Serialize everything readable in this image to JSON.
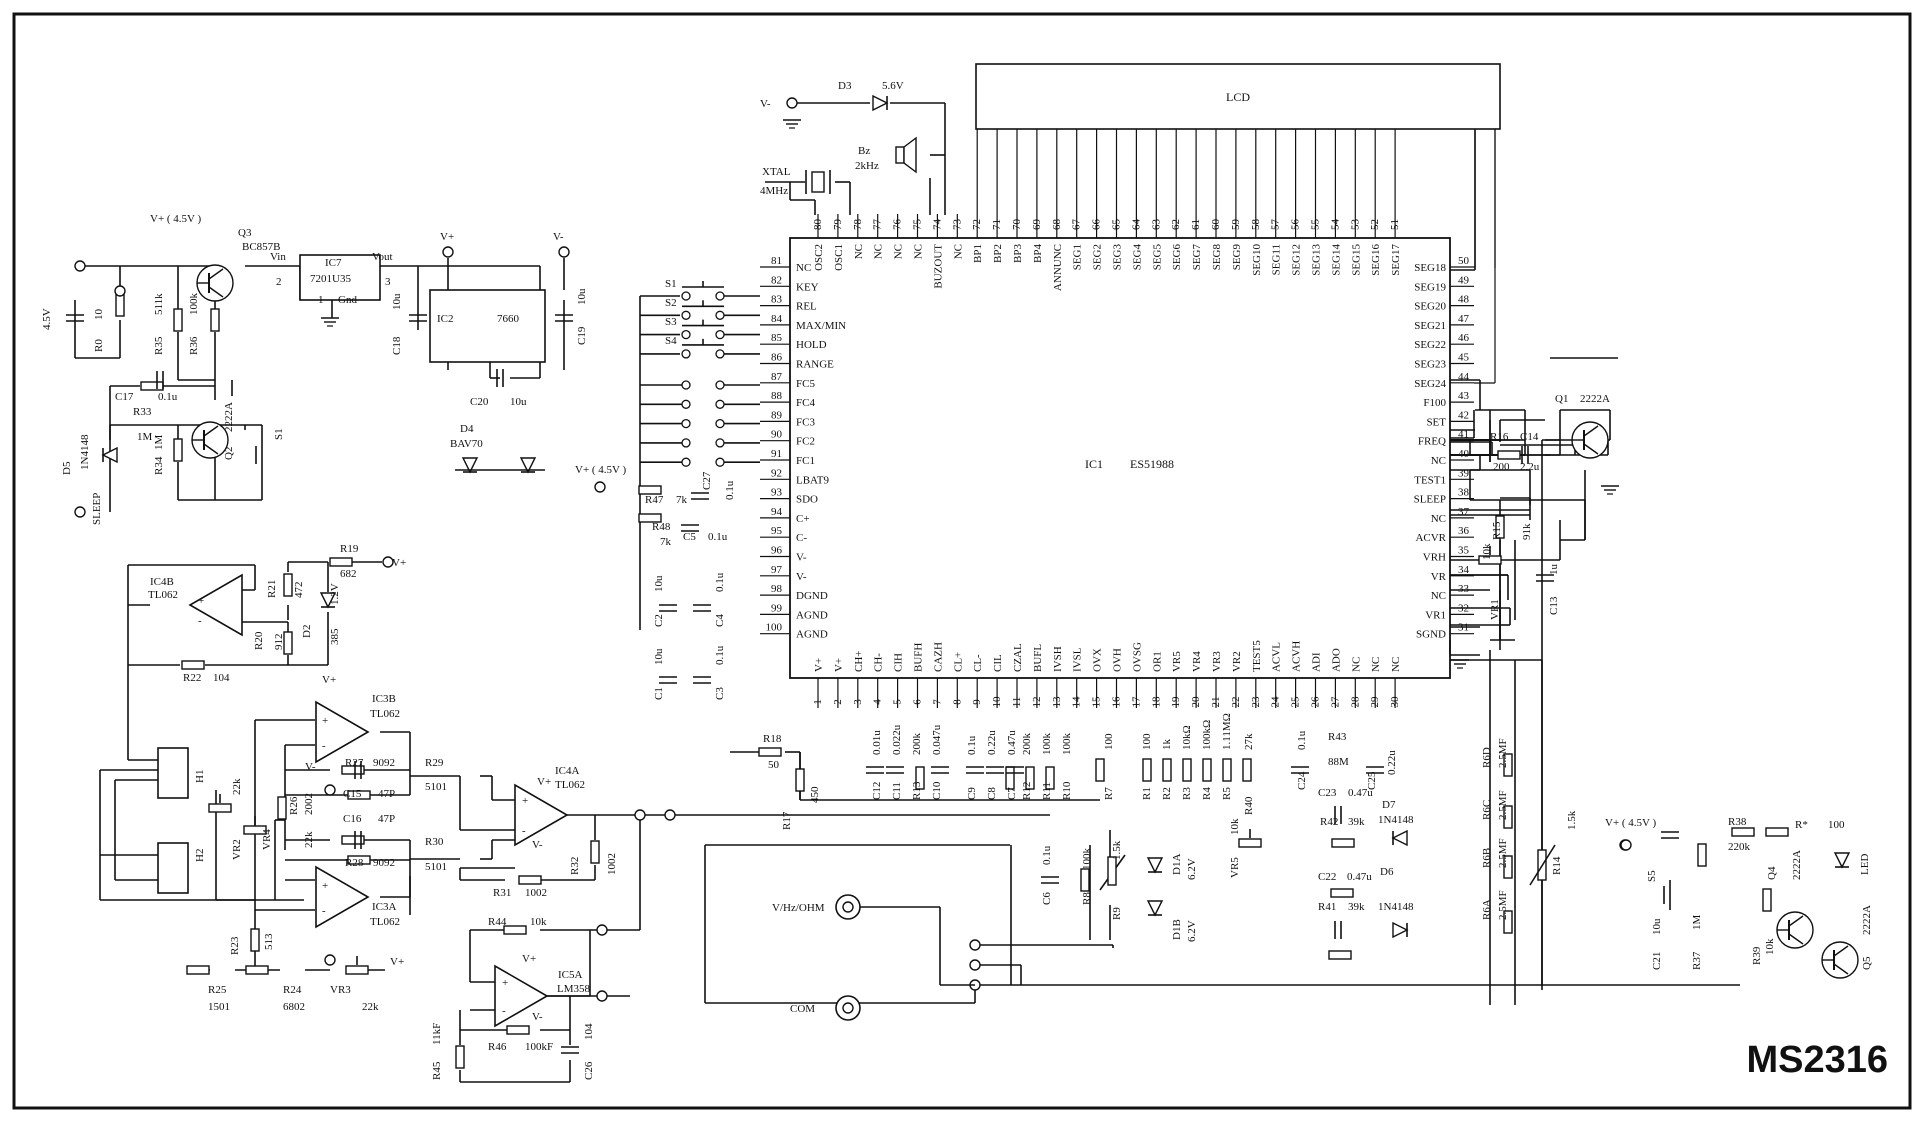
{
  "model": "MS2316",
  "main_ic": {
    "ref": "IC1",
    "part": "ES51988",
    "left_pins": [
      {
        "n": "81",
        "l": "NC"
      },
      {
        "n": "82",
        "l": "KEY"
      },
      {
        "n": "83",
        "l": "REL"
      },
      {
        "n": "84",
        "l": "MAX/MIN"
      },
      {
        "n": "85",
        "l": "HOLD"
      },
      {
        "n": "86",
        "l": "RANGE"
      },
      {
        "n": "87",
        "l": "FC5"
      },
      {
        "n": "88",
        "l": "FC4"
      },
      {
        "n": "89",
        "l": "FC3"
      },
      {
        "n": "90",
        "l": "FC2"
      },
      {
        "n": "91",
        "l": "FC1"
      },
      {
        "n": "92",
        "l": "LBAT9"
      },
      {
        "n": "93",
        "l": "SDO"
      },
      {
        "n": "94",
        "l": "C+"
      },
      {
        "n": "95",
        "l": "C-"
      },
      {
        "n": "96",
        "l": "V-"
      },
      {
        "n": "97",
        "l": "V-"
      },
      {
        "n": "98",
        "l": "DGND"
      },
      {
        "n": "99",
        "l": "AGND"
      },
      {
        "n": "100",
        "l": "AGND"
      }
    ],
    "top_pins": [
      {
        "n": "80",
        "l": "OSC2"
      },
      {
        "n": "79",
        "l": "OSC1"
      },
      {
        "n": "78",
        "l": "NC"
      },
      {
        "n": "77",
        "l": "NC"
      },
      {
        "n": "76",
        "l": "NC"
      },
      {
        "n": "75",
        "l": "NC"
      },
      {
        "n": "74",
        "l": "BUZOUT"
      },
      {
        "n": "73",
        "l": "NC"
      },
      {
        "n": "72",
        "l": "BP1"
      },
      {
        "n": "71",
        "l": "BP2"
      },
      {
        "n": "70",
        "l": "BP3"
      },
      {
        "n": "69",
        "l": "BP4"
      },
      {
        "n": "68",
        "l": "ANNUNC"
      },
      {
        "n": "67",
        "l": "SEG1"
      },
      {
        "n": "66",
        "l": "SEG2"
      },
      {
        "n": "65",
        "l": "SEG3"
      },
      {
        "n": "64",
        "l": "SEG4"
      },
      {
        "n": "63",
        "l": "SEG5"
      },
      {
        "n": "62",
        "l": "SEG6"
      },
      {
        "n": "61",
        "l": "SEG7"
      },
      {
        "n": "60",
        "l": "SEG8"
      },
      {
        "n": "59",
        "l": "SEG9"
      },
      {
        "n": "58",
        "l": "SEG10"
      },
      {
        "n": "57",
        "l": "SEG11"
      },
      {
        "n": "56",
        "l": "SEG12"
      },
      {
        "n": "55",
        "l": "SEG13"
      },
      {
        "n": "54",
        "l": "SEG14"
      },
      {
        "n": "53",
        "l": "SEG15"
      },
      {
        "n": "52",
        "l": "SEG16"
      },
      {
        "n": "51",
        "l": "SEG17"
      }
    ],
    "right_pins": [
      {
        "n": "50",
        "l": "SEG18"
      },
      {
        "n": "49",
        "l": "SEG19"
      },
      {
        "n": "48",
        "l": "SEG20"
      },
      {
        "n": "47",
        "l": "SEG21"
      },
      {
        "n": "46",
        "l": "SEG22"
      },
      {
        "n": "45",
        "l": "SEG23"
      },
      {
        "n": "44",
        "l": "SEG24"
      },
      {
        "n": "43",
        "l": "F100"
      },
      {
        "n": "42",
        "l": "SET"
      },
      {
        "n": "41",
        "l": "FREQ"
      },
      {
        "n": "40",
        "l": "NC"
      },
      {
        "n": "39",
        "l": "TEST1"
      },
      {
        "n": "38",
        "l": "SLEEP"
      },
      {
        "n": "37",
        "l": "NC"
      },
      {
        "n": "36",
        "l": "ACVR"
      },
      {
        "n": "35",
        "l": "VRH"
      },
      {
        "n": "34",
        "l": "VR"
      },
      {
        "n": "33",
        "l": "NC"
      },
      {
        "n": "32",
        "l": "VR1"
      },
      {
        "n": "31",
        "l": "SGND"
      }
    ],
    "bottom_pins": [
      {
        "n": "1",
        "l": "V+"
      },
      {
        "n": "2",
        "l": "V+"
      },
      {
        "n": "3",
        "l": "CH+"
      },
      {
        "n": "4",
        "l": "CH-"
      },
      {
        "n": "5",
        "l": "CIH"
      },
      {
        "n": "6",
        "l": "BUFH"
      },
      {
        "n": "7",
        "l": "CAZH"
      },
      {
        "n": "8",
        "l": "CL+"
      },
      {
        "n": "9",
        "l": "CL-"
      },
      {
        "n": "10",
        "l": "CIL"
      },
      {
        "n": "11",
        "l": "CZAL"
      },
      {
        "n": "12",
        "l": "BUFL"
      },
      {
        "n": "13",
        "l": "IVSH"
      },
      {
        "n": "14",
        "l": "IVSL"
      },
      {
        "n": "15",
        "l": "OVX"
      },
      {
        "n": "16",
        "l": "OVH"
      },
      {
        "n": "17",
        "l": "OVSG"
      },
      {
        "n": "18",
        "l": "OR1"
      },
      {
        "n": "19",
        "l": "VR5"
      },
      {
        "n": "20",
        "l": "VR4"
      },
      {
        "n": "21",
        "l": "VR3"
      },
      {
        "n": "22",
        "l": "VR2"
      },
      {
        "n": "23",
        "l": "TEST5"
      },
      {
        "n": "24",
        "l": "ACVL"
      },
      {
        "n": "25",
        "l": "ACVH"
      },
      {
        "n": "26",
        "l": "ADI"
      },
      {
        "n": "27",
        "l": "ADO"
      },
      {
        "n": "28",
        "l": "NC"
      },
      {
        "n": "29",
        "l": "NC"
      },
      {
        "n": "30",
        "l": "NC"
      }
    ]
  },
  "labels": [
    {
      "k": "lcd",
      "t": "LCD"
    },
    {
      "k": "vminus_top",
      "t": "V-"
    },
    {
      "k": "d3",
      "t": "D3"
    },
    {
      "k": "d3v",
      "t": "5.6V"
    },
    {
      "k": "bz",
      "t": "Bz"
    },
    {
      "k": "bzf",
      "t": "2kHz"
    },
    {
      "k": "xtal",
      "t": "XTAL"
    },
    {
      "k": "xtalf",
      "t": "4MHz"
    },
    {
      "k": "s1a",
      "t": "S1"
    },
    {
      "k": "s2",
      "t": "S2"
    },
    {
      "k": "s3",
      "t": "S3"
    },
    {
      "k": "s4",
      "t": "S4"
    },
    {
      "k": "vp45_mid",
      "t": "V+ ( 4.5V )"
    },
    {
      "k": "r47",
      "t": "R47"
    },
    {
      "k": "r47v",
      "t": "7k"
    },
    {
      "k": "r48",
      "t": "R48"
    },
    {
      "k": "r48v",
      "t": "7k"
    },
    {
      "k": "c27",
      "t": "C27"
    },
    {
      "k": "c27v",
      "t": "0.1u"
    },
    {
      "k": "c5",
      "t": "C5"
    },
    {
      "k": "c5v",
      "t": "0.1u"
    },
    {
      "k": "c2",
      "t": "C2"
    },
    {
      "k": "c2v",
      "t": "10u"
    },
    {
      "k": "c4",
      "t": "C4"
    },
    {
      "k": "c4v",
      "t": "0.1u"
    },
    {
      "k": "c1",
      "t": "C1"
    },
    {
      "k": "c1v",
      "t": "10u"
    },
    {
      "k": "c3",
      "t": "C3"
    },
    {
      "k": "c3v",
      "t": "0.1u"
    },
    {
      "k": "vp45_left",
      "t": "V+ ( 4.5V )"
    },
    {
      "k": "q3",
      "t": "Q3"
    },
    {
      "k": "q3p",
      "t": "BC857B"
    },
    {
      "k": "vin",
      "t": "Vin"
    },
    {
      "k": "vout",
      "t": "Vout"
    },
    {
      "k": "ic7",
      "t": "IC7"
    },
    {
      "k": "ic7p",
      "t": "7201U35"
    },
    {
      "k": "gnd",
      "t": "Gnd"
    },
    {
      "k": "p2",
      "t": "2"
    },
    {
      "k": "p1",
      "t": "1"
    },
    {
      "k": "p3",
      "t": "3"
    },
    {
      "k": "batt",
      "t": "4.5V"
    },
    {
      "k": "r0",
      "t": "R0"
    },
    {
      "k": "r0v",
      "t": "10"
    },
    {
      "k": "r35",
      "t": "R35"
    },
    {
      "k": "r35v",
      "t": "511k"
    },
    {
      "k": "r36",
      "t": "R36"
    },
    {
      "k": "r36v",
      "t": "100k"
    },
    {
      "k": "c17",
      "t": "C17"
    },
    {
      "k": "c17v",
      "t": "0.1u"
    },
    {
      "k": "r33",
      "t": "R33"
    },
    {
      "k": "r33v",
      "t": "1M"
    },
    {
      "k": "q2",
      "t": "Q2"
    },
    {
      "k": "q2p",
      "t": "2222A"
    },
    {
      "k": "s1b",
      "t": "S1"
    },
    {
      "k": "r34",
      "t": "R34"
    },
    {
      "k": "r34v",
      "t": "1M"
    },
    {
      "k": "d5",
      "t": "D5"
    },
    {
      "k": "d5p",
      "t": "1N4148"
    },
    {
      "k": "sleep",
      "t": "SLEEP"
    },
    {
      "k": "vplus1",
      "t": "V+"
    },
    {
      "k": "c18",
      "t": "C18"
    },
    {
      "k": "c18v",
      "t": "10u"
    },
    {
      "k": "ic2",
      "t": "IC2"
    },
    {
      "k": "ic2p",
      "t": "7660"
    },
    {
      "k": "c20",
      "t": "C20"
    },
    {
      "k": "c20v",
      "t": "10u"
    },
    {
      "k": "vminus2",
      "t": "V-"
    },
    {
      "k": "c19",
      "t": "C19"
    },
    {
      "k": "c19v",
      "t": "10u"
    },
    {
      "k": "d4",
      "t": "D4"
    },
    {
      "k": "d4p",
      "t": "BAV70"
    },
    {
      "k": "ic4b",
      "t": "IC4B"
    },
    {
      "k": "ic4bp",
      "t": "TL062"
    },
    {
      "k": "r21",
      "t": "R21"
    },
    {
      "k": "r21v",
      "t": "472"
    },
    {
      "k": "r19",
      "t": "R19"
    },
    {
      "k": "r19v",
      "t": "682"
    },
    {
      "k": "vplus2",
      "t": "V+"
    },
    {
      "k": "d2",
      "t": "D2"
    },
    {
      "k": "d2v",
      "t": "1.2V"
    },
    {
      "k": "d2p",
      "t": "385"
    },
    {
      "k": "r20",
      "t": "R20"
    },
    {
      "k": "r20v",
      "t": "912"
    },
    {
      "k": "r22",
      "t": "R22"
    },
    {
      "k": "r22v",
      "t": "104"
    },
    {
      "k": "ic3b",
      "t": "IC3B"
    },
    {
      "k": "ic3bp",
      "t": "TL062"
    },
    {
      "k": "r27",
      "t": "R27"
    },
    {
      "k": "r27v",
      "t": "9092"
    },
    {
      "k": "c15",
      "t": "C15"
    },
    {
      "k": "c15v",
      "t": "47P"
    },
    {
      "k": "r29",
      "t": "R29"
    },
    {
      "k": "r29v",
      "t": "5101"
    },
    {
      "k": "c16",
      "t": "C16"
    },
    {
      "k": "c16v",
      "t": "47P"
    },
    {
      "k": "r28",
      "t": "R28"
    },
    {
      "k": "r28v",
      "t": "9092"
    },
    {
      "k": "r30",
      "t": "R30"
    },
    {
      "k": "r30v",
      "t": "5101"
    },
    {
      "k": "ic3a",
      "t": "IC3A"
    },
    {
      "k": "ic3ap",
      "t": "TL062"
    },
    {
      "k": "h1",
      "t": "H1"
    },
    {
      "k": "h2",
      "t": "H2"
    },
    {
      "k": "vr2",
      "t": "VR2"
    },
    {
      "k": "vr2v",
      "t": "22k"
    },
    {
      "k": "r26",
      "t": "R26"
    },
    {
      "k": "r26v",
      "t": "2002"
    },
    {
      "k": "vr4",
      "t": "VR4"
    },
    {
      "k": "vr4v",
      "t": "22k"
    },
    {
      "k": "r23",
      "t": "R23"
    },
    {
      "k": "r23v",
      "t": "513"
    },
    {
      "k": "r25",
      "t": "R25"
    },
    {
      "k": "r25v",
      "t": "1501"
    },
    {
      "k": "r24",
      "t": "R24"
    },
    {
      "k": "r24v",
      "t": "6802"
    },
    {
      "k": "vr3",
      "t": "VR3"
    },
    {
      "k": "vr3v",
      "t": "22k"
    },
    {
      "k": "vplus3",
      "t": "V+"
    },
    {
      "k": "ic4a",
      "t": "IC4A"
    },
    {
      "k": "ic4ap",
      "t": "TL062"
    },
    {
      "k": "r31",
      "t": "R31"
    },
    {
      "k": "r31v",
      "t": "1002"
    },
    {
      "k": "r32",
      "t": "R32"
    },
    {
      "k": "r32v",
      "t": "1002"
    },
    {
      "k": "r44",
      "t": "R44"
    },
    {
      "k": "r44v",
      "t": "10k"
    },
    {
      "k": "ic5a",
      "t": "IC5A"
    },
    {
      "k": "ic5ap",
      "t": "LM358"
    },
    {
      "k": "r45",
      "t": "R45"
    },
    {
      "k": "r45v",
      "t": "11kF"
    },
    {
      "k": "r46",
      "t": "R46"
    },
    {
      "k": "r46v",
      "t": "100kF"
    },
    {
      "k": "c26",
      "t": "C26"
    },
    {
      "k": "c26v",
      "t": "104"
    },
    {
      "k": "r18",
      "t": "R18"
    },
    {
      "k": "r18v",
      "t": "50"
    },
    {
      "k": "r17",
      "t": "R17"
    },
    {
      "k": "r17v",
      "t": "450"
    },
    {
      "k": "c12",
      "t": "C12"
    },
    {
      "k": "c12v",
      "t": "0.01u"
    },
    {
      "k": "c11",
      "t": "C11"
    },
    {
      "k": "c11v",
      "t": "0.022u"
    },
    {
      "k": "r13",
      "t": "R13"
    },
    {
      "k": "r13v",
      "t": "200k"
    },
    {
      "k": "c10",
      "t": "C10"
    },
    {
      "k": "c10v",
      "t": "0.047u"
    },
    {
      "k": "c9",
      "t": "C9"
    },
    {
      "k": "c9v",
      "t": "0.1u"
    },
    {
      "k": "c8",
      "t": "C8"
    },
    {
      "k": "c8v",
      "t": "0.22u"
    },
    {
      "k": "c7",
      "t": "C7"
    },
    {
      "k": "c7v",
      "t": "0.47u"
    },
    {
      "k": "r12",
      "t": "R12"
    },
    {
      "k": "r12v",
      "t": "200k"
    },
    {
      "k": "r11",
      "t": "R11"
    },
    {
      "k": "r11v",
      "t": "100k"
    },
    {
      "k": "r10",
      "t": "R10"
    },
    {
      "k": "r10v",
      "t": "100k"
    },
    {
      "k": "r7",
      "t": "R7"
    },
    {
      "k": "r7v",
      "t": "100"
    },
    {
      "k": "r1",
      "t": "R1"
    },
    {
      "k": "r1v",
      "t": "100"
    },
    {
      "k": "r2",
      "t": "R2"
    },
    {
      "k": "r2v",
      "t": "1k"
    },
    {
      "k": "r3",
      "t": "R3"
    },
    {
      "k": "r3v",
      "t": "10kΩ"
    },
    {
      "k": "r4",
      "t": "R4"
    },
    {
      "k": "r4v",
      "t": "100kΩ"
    },
    {
      "k": "r5",
      "t": "R5"
    },
    {
      "k": "r5v",
      "t": "1.11MΩ"
    },
    {
      "k": "r40",
      "t": "R40"
    },
    {
      "k": "r40v",
      "t": "27k"
    },
    {
      "k": "c24",
      "t": "C24"
    },
    {
      "k": "c24v",
      "t": "0.1u"
    },
    {
      "k": "r43",
      "t": "R43"
    },
    {
      "k": "r43v",
      "t": "88M"
    },
    {
      "k": "c25",
      "t": "C25"
    },
    {
      "k": "c25v",
      "t": "0.22u"
    },
    {
      "k": "c23",
      "t": "C23"
    },
    {
      "k": "c23v",
      "t": "0.47u"
    },
    {
      "k": "r42",
      "t": "R42"
    },
    {
      "k": "r42v",
      "t": "39k"
    },
    {
      "k": "d7",
      "t": "D7"
    },
    {
      "k": "d7p",
      "t": "1N4148"
    },
    {
      "k": "vr5",
      "t": "VR5"
    },
    {
      "k": "vr5v",
      "t": "10k"
    },
    {
      "k": "c22",
      "t": "C22"
    },
    {
      "k": "c22v",
      "t": "0.47u"
    },
    {
      "k": "d6",
      "t": "D6"
    },
    {
      "k": "d6p",
      "t": "1N4148"
    },
    {
      "k": "r41",
      "t": "R41"
    },
    {
      "k": "r41v",
      "t": "39k"
    },
    {
      "k": "c6",
      "t": "C6"
    },
    {
      "k": "c6v",
      "t": "0.1u"
    },
    {
      "k": "r8",
      "t": "R8"
    },
    {
      "k": "r8v",
      "t": "100k"
    },
    {
      "k": "r9",
      "t": "R9"
    },
    {
      "k": "r9v",
      "t": "1.5k"
    },
    {
      "k": "d1a",
      "t": "D1A"
    },
    {
      "k": "d1av",
      "t": "6.2V"
    },
    {
      "k": "d1b",
      "t": "D1B"
    },
    {
      "k": "d1bv",
      "t": "6.2V"
    },
    {
      "k": "vhz",
      "t": "V/Hz/OHM"
    },
    {
      "k": "com",
      "t": "COM"
    },
    {
      "k": "r6d",
      "t": "R6D"
    },
    {
      "k": "r6dv",
      "t": "2.5MF"
    },
    {
      "k": "r6c",
      "t": "R6C"
    },
    {
      "k": "r6cv",
      "t": "2.5MF"
    },
    {
      "k": "r6b",
      "t": "R6B"
    },
    {
      "k": "r6bv",
      "t": "2.5MF"
    },
    {
      "k": "r6a",
      "t": "R6A"
    },
    {
      "k": "r6av",
      "t": "2.5MF"
    },
    {
      "k": "r14",
      "t": "R14"
    },
    {
      "k": "r14v",
      "t": "1.5k"
    },
    {
      "k": "q1",
      "t": "Q1"
    },
    {
      "k": "q1p",
      "t": "2222A"
    },
    {
      "k": "r16",
      "t": "R16"
    },
    {
      "k": "r16v",
      "t": "200"
    },
    {
      "k": "c14",
      "t": "C14"
    },
    {
      "k": "c14v",
      "t": "2.2u"
    },
    {
      "k": "r15",
      "t": "R15"
    },
    {
      "k": "r15v",
      "t": "91k"
    },
    {
      "k": "vr1",
      "t": "VR1"
    },
    {
      "k": "vr1v",
      "t": "10k"
    },
    {
      "k": "c13",
      "t": "C13"
    },
    {
      "k": "c13v",
      "t": "1u"
    },
    {
      "k": "vp45_right",
      "t": "V+ ( 4.5V )"
    },
    {
      "k": "rstar",
      "t": "R*"
    },
    {
      "k": "rstarv",
      "t": "100"
    },
    {
      "k": "s5",
      "t": "S5"
    },
    {
      "k": "r38",
      "t": "R38"
    },
    {
      "k": "r38v",
      "t": "220k"
    },
    {
      "k": "q4",
      "t": "Q4"
    },
    {
      "k": "q4p",
      "t": "2222A"
    },
    {
      "k": "led",
      "t": "LED"
    },
    {
      "k": "c21",
      "t": "C21"
    },
    {
      "k": "c21v",
      "t": "10u"
    },
    {
      "k": "r37",
      "t": "R37"
    },
    {
      "k": "r37v",
      "t": "1M"
    },
    {
      "k": "r39",
      "t": "R39"
    },
    {
      "k": "r39v",
      "t": "10k"
    },
    {
      "k": "q5",
      "t": "Q5"
    },
    {
      "k": "q5p",
      "t": "2222A"
    },
    {
      "k": "op_plus",
      "t": "+"
    },
    {
      "k": "op_minus",
      "t": "-"
    },
    {
      "k": "op_vp",
      "t": "V+"
    },
    {
      "k": "op_vm",
      "t": "V-"
    }
  ]
}
